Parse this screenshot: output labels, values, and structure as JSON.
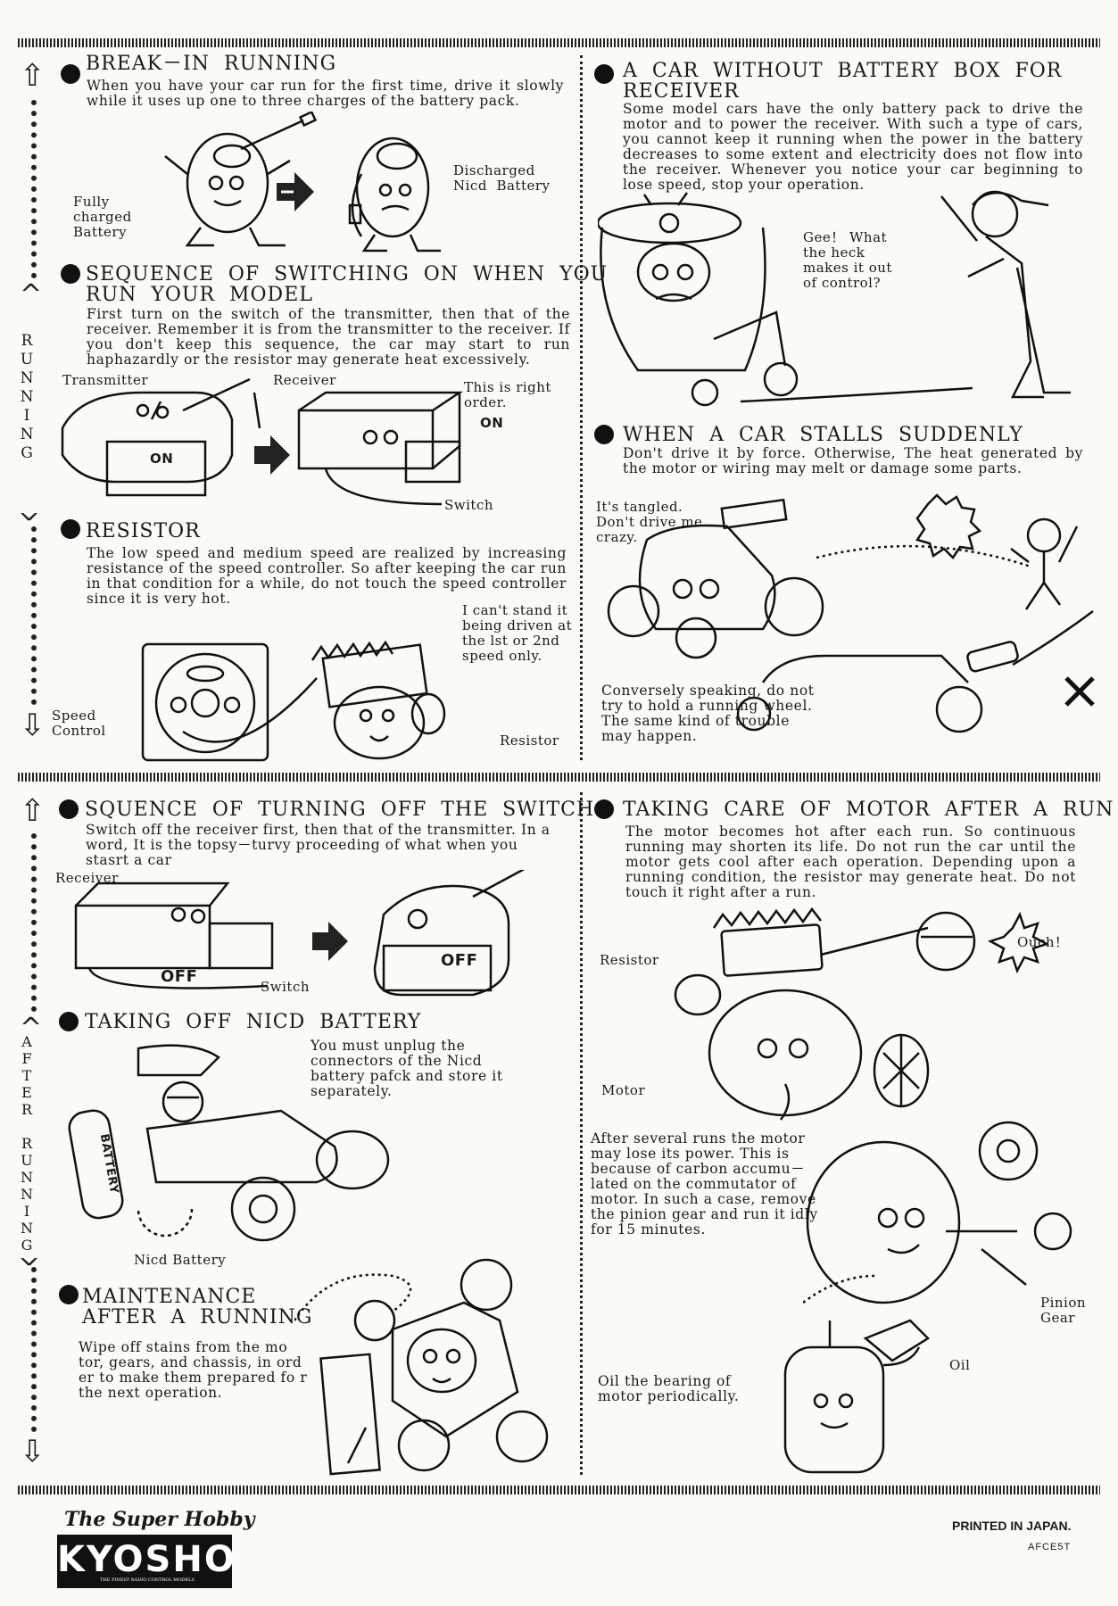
{
  "top_left": {
    "break_in": {
      "title": "BREAK－IN  RUNNING",
      "body": "When you have your car run for the first time, drive it slowly while it uses up one to three charges of the battery pack.",
      "label_fully": "Fully\ncharged\nBattery",
      "label_discharged": "Discharged\nNicd  Battery"
    },
    "sequence_on": {
      "title": "SEQUENCE  OF  SWITCHING  ON  WHEN  YOU\nRUN  YOUR  MODEL",
      "body": "First turn on the switch of the transmitter, then that of the receiver. Remember it is from the transmitter to the receiver. If you don't keep this sequence, the car may start to run haphazardly or the resistor may generate heat excessively.",
      "label_transmitter": "Transmitter",
      "label_receiver": "Receiver",
      "label_right_order": "This is right\norder.",
      "label_switch": "Switch",
      "on_text": "ON"
    },
    "resistor": {
      "title": "RESISTOR",
      "body": "The low speed and medium speed are realized by increasing resistance of the speed controller. So after keeping the car run in that condition for a while, do not touch the speed controller since it is very hot.",
      "speech": "I can't stand it\nbeing driven at\nthe lst or 2nd\nspeed only.",
      "label_speed": "Speed\nControl",
      "label_resistor": "Resistor"
    },
    "side_label": "RUNNING"
  },
  "top_right": {
    "no_battery_box": {
      "title": "A  CAR  WITHOUT  BATTERY  BOX  FOR\nRECEIVER",
      "body": "Some model cars have the only battery pack to drive the motor and to power the receiver. With such a type of cars, you cannot keep it running when the power in the battery decreases to some extent and electricity does not flow into the receiver. Whenever you notice your car beginning to lose speed, stop your operation.",
      "speech": "Gee！ What\nthe heck\nmakes it out\nof control?"
    },
    "stalls": {
      "title": "WHEN  A  CAR  STALLS  SUDDENLY",
      "body": "Don't drive it by force. Otherwise, The heat generated by the motor or wiring may melt or damage some parts.",
      "speech": "It's tangled.\nDon't drive me\ncrazy.",
      "body2": "Conversely speaking, do not try to hold a running wheel. The same kind of trouble may happen."
    }
  },
  "bottom_left": {
    "sequence_off": {
      "title": "SQUENCE  OF  TURNING  OFF  THE  SWITCH",
      "body": "Switch off the receiver first, then that of the transmitter. In a word, It is the topsy－turvy proceeding of what when you stasrt a car",
      "label_receiver": "Receiver",
      "label_switch": "Switch",
      "off_text": "OFF"
    },
    "nicd": {
      "title": "TAKING  OFF  NICD  BATTERY",
      "body": "You must unplug the connectors of the Nicd battery pafck and store it separately.",
      "label_nicd": "Nicd  Battery",
      "battery_text": "BATTERY"
    },
    "maintenance": {
      "title": "MAINTENANCE\nAFTER  A  RUNNING",
      "body": "Wipe off stains from the mo tor, gears, and chassis, in ord er to make them prepared fo r the next operation."
    },
    "side_label": "AFTER RUNNING"
  },
  "bottom_right": {
    "motor_care": {
      "title": "TAKING  CARE  OF  MOTOR  AFTER  A  RUN",
      "body": "The motor becomes hot after each run. So continuous running may shorten its life. Do not run the car until the motor gets cool after each operation. Depending upon a running condition, the resistor may generate heat. Do not touch it right after a run.",
      "label_resistor": "Resistor",
      "label_ouch": "Ouch！",
      "label_motor": "Motor",
      "body2": "After several runs the motor may lose its power. This is because of carbon accumu－lated on the commutator of motor. In such a case, remove the pinion gear and run it idly for 15 minutes.",
      "label_pinion": "Pinion\nGear",
      "label_oil": "Oil",
      "body3": "Oil the bearing of motor periodically."
    }
  },
  "footer": {
    "tagline": "The Super Hobby",
    "logo": "KYOSHO",
    "logo_sub": "THE FINEST RADIO CONTROL MODELS",
    "printed": "PRINTED IN JAPAN.",
    "code": "AFCE5T"
  }
}
